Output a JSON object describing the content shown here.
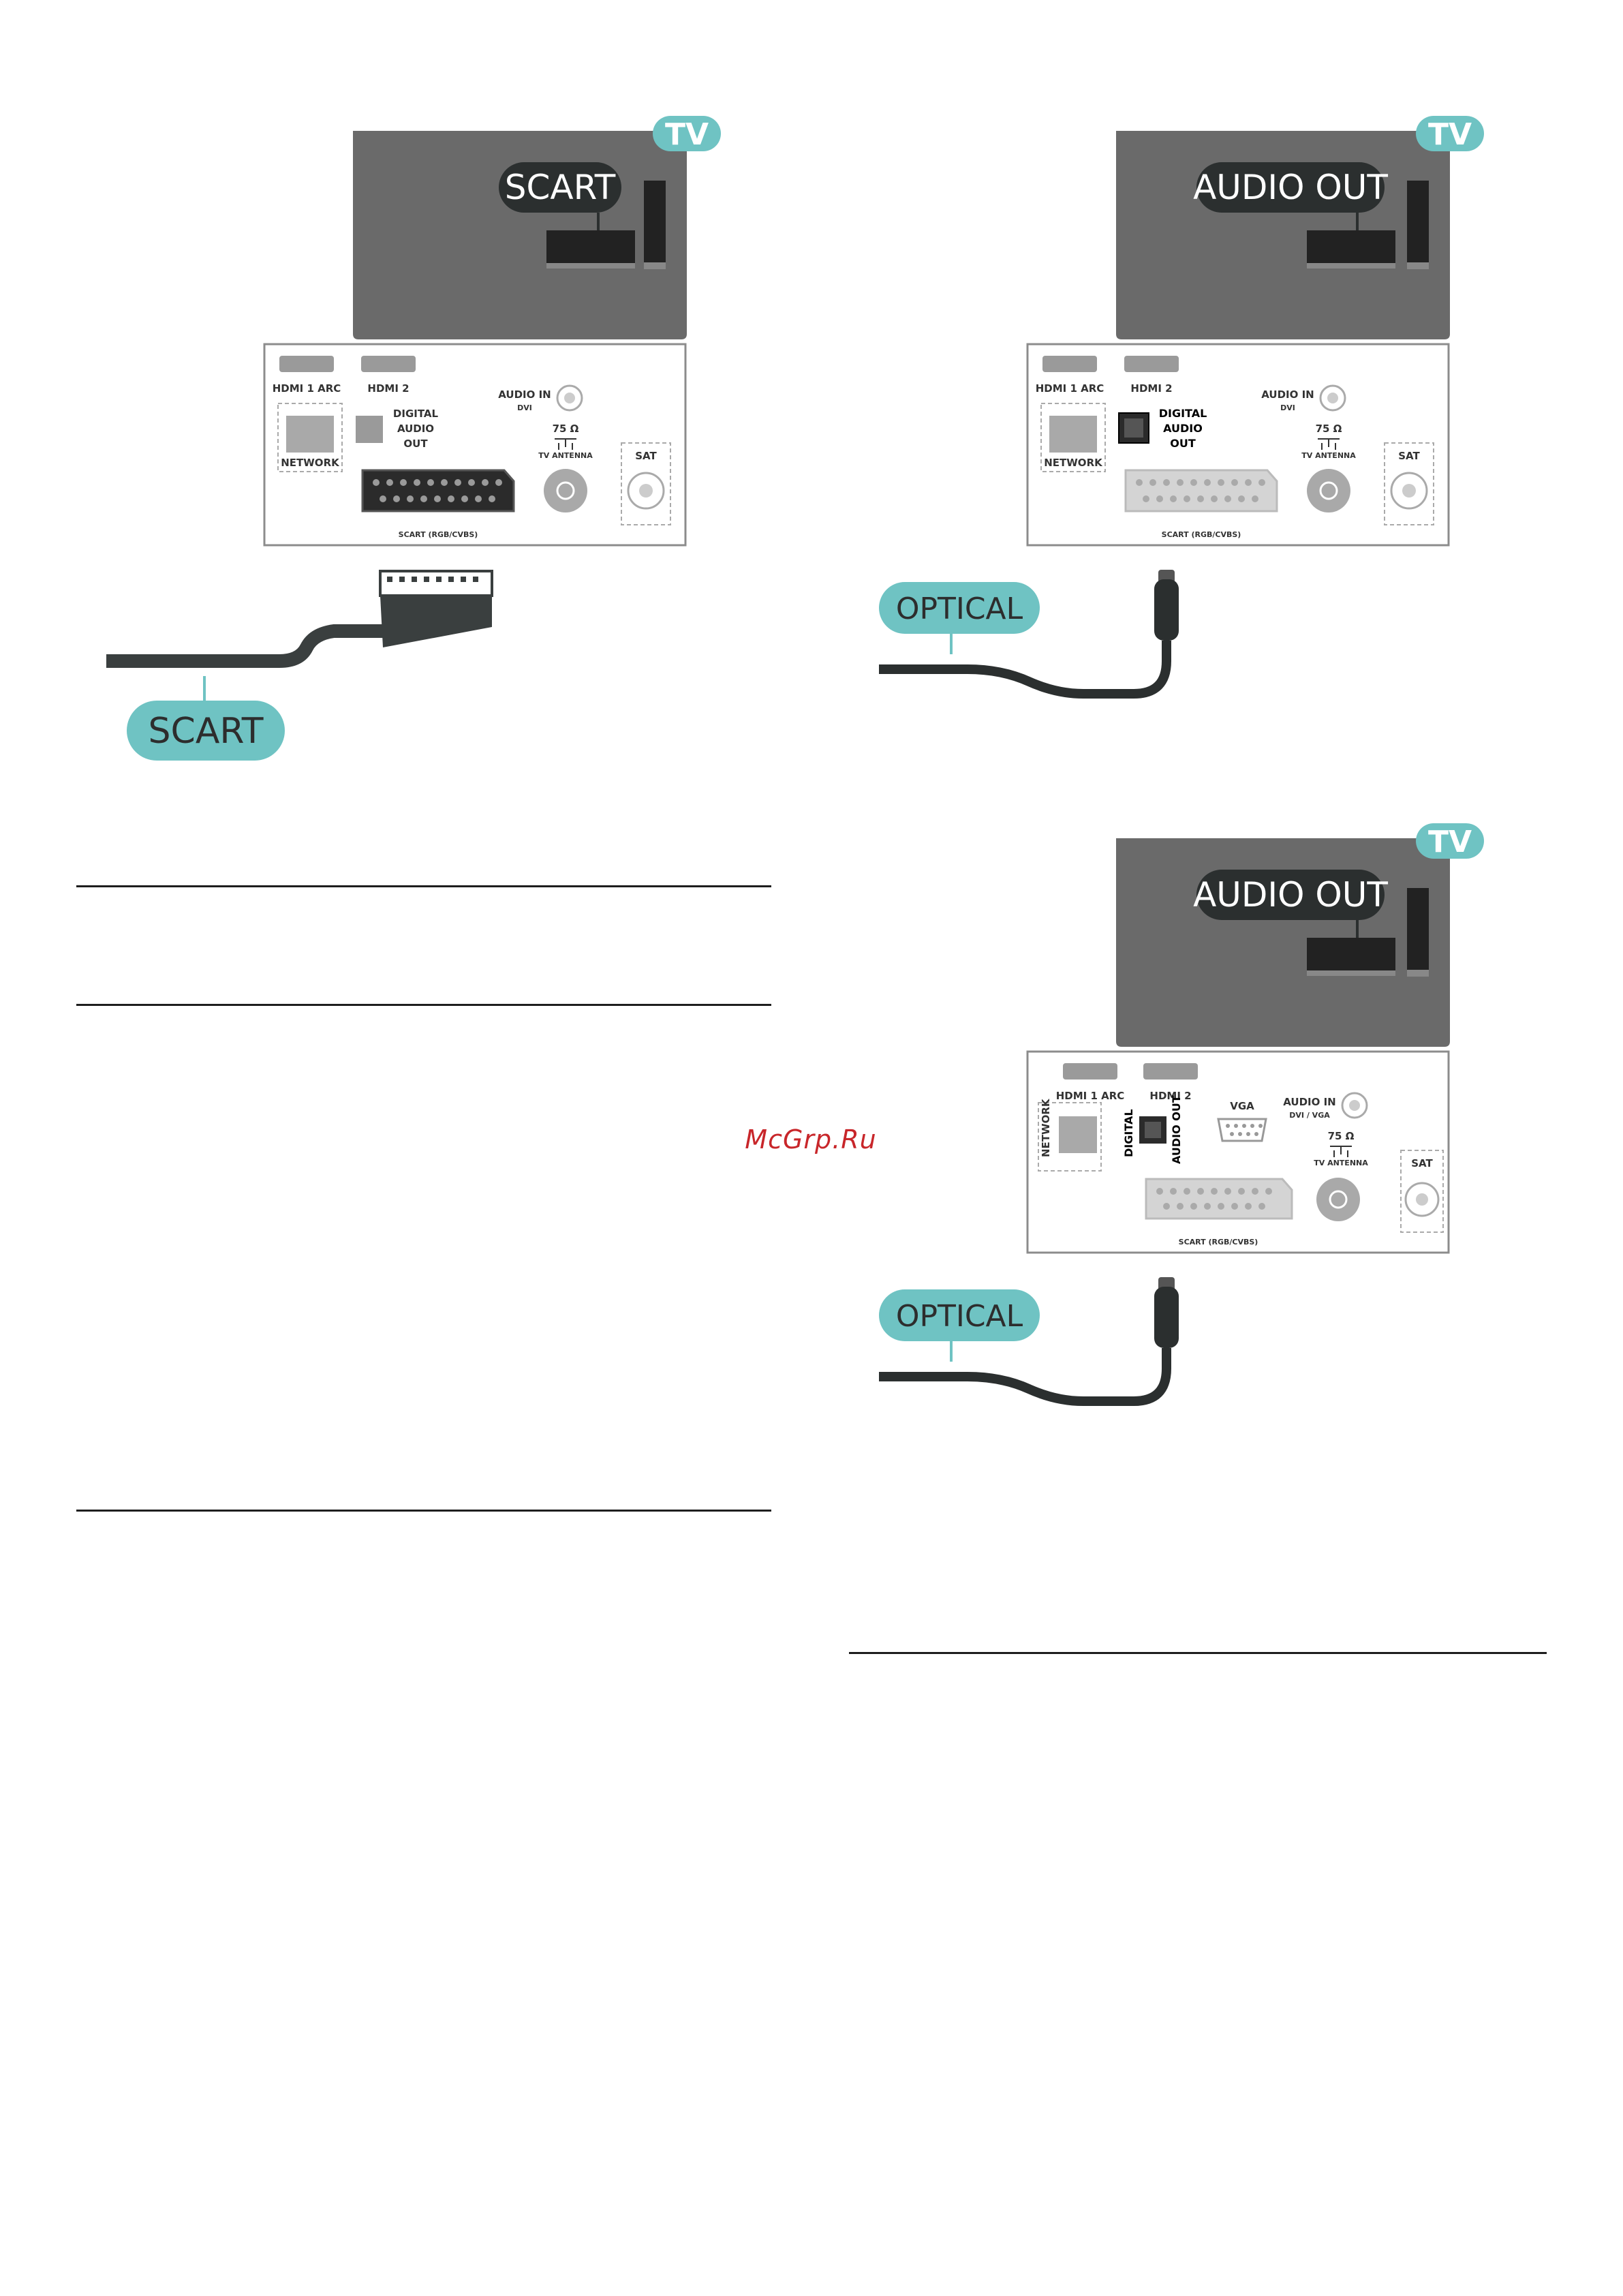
{
  "watermark": "McGrp.Ru",
  "diagram_scart": {
    "tv_badge": "TV",
    "connector_callout": "SCART",
    "cable_label": "SCART",
    "panel": {
      "hdmi1": "HDMI 1 ARC",
      "hdmi2": "HDMI 2",
      "network": "NETWORK",
      "digital_audio_out": [
        "DIGITAL",
        "AUDIO",
        "OUT"
      ],
      "audio_in": "AUDIO IN",
      "audio_in_sub": "DVI",
      "ohm": "75 Ω",
      "tv_antenna": "TV ANTENNA",
      "sat": "SAT",
      "scart": "SCART (RGB/CVBS)"
    }
  },
  "diagram_audio_out_1": {
    "tv_badge": "TV",
    "connector_callout": "AUDIO OUT",
    "cable_label": "OPTICAL",
    "panel": {
      "hdmi1": "HDMI 1 ARC",
      "hdmi2": "HDMI 2",
      "network": "NETWORK",
      "digital_audio_out": [
        "DIGITAL",
        "AUDIO",
        "OUT"
      ],
      "audio_in": "AUDIO IN",
      "audio_in_sub": "DVI",
      "ohm": "75 Ω",
      "tv_antenna": "TV ANTENNA",
      "sat": "SAT",
      "scart": "SCART (RGB/CVBS)"
    }
  },
  "diagram_audio_out_2": {
    "tv_badge": "TV",
    "connector_callout": "AUDIO OUT",
    "cable_label": "OPTICAL",
    "panel": {
      "hdmi1": "HDMI 1 ARC",
      "hdmi2": "HDMI 2",
      "network": "NETWORK",
      "digital": "DIGITAL",
      "audio_out": "AUDIO OUT",
      "vga": "VGA",
      "audio_in": "AUDIO IN",
      "audio_in_sub": "DVI / VGA",
      "ohm": "75 Ω",
      "tv_antenna": "TV ANTENNA",
      "sat": "SAT",
      "scart": "SCART (RGB/CVBS)"
    }
  },
  "colors": {
    "tv_body": "#6a6a6a",
    "panel_border": "#8c8c8c",
    "callout": "#2b2f2f",
    "teal": "#6fc3c3",
    "cable": "#3a3f3f"
  }
}
